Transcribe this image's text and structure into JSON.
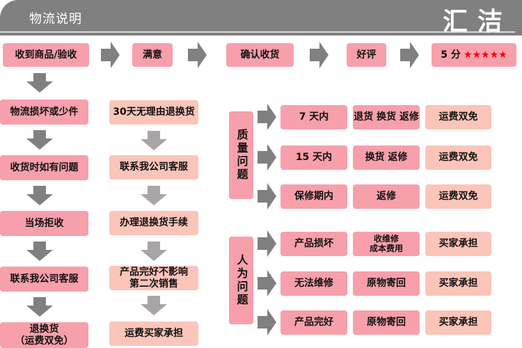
{
  "header": {
    "title": "物流说明",
    "brand": "汇洁"
  },
  "flow": [
    "收到商品/验收",
    "满意",
    "确认收货",
    "好评",
    "5 分"
  ],
  "rating_stars": "★★★★★",
  "damage_path": [
    "物流损坏或少件",
    "收货时如有问题",
    "当场拒收",
    "联系我公司客服",
    "退换货",
    "（运费双免）"
  ],
  "return_path": [
    "30天无理由退换货",
    "联系我公司客服",
    "办理退换货手续",
    "产品完好不影响",
    "第二次销售",
    "运费买家承担"
  ],
  "quality": {
    "label": "质量问题",
    "rows": [
      {
        "period": "7 天内",
        "service": "退货 换货 返修",
        "fee": "运费双免"
      },
      {
        "period": "15 天内",
        "service": "换货 返修",
        "fee": "运费双免"
      },
      {
        "period": "保修期内",
        "service": "返修",
        "fee": "运费双免"
      }
    ]
  },
  "human": {
    "label": "人为问题",
    "rows": [
      {
        "case": "产品损坏",
        "service": "收维修",
        "service2": "成本费用",
        "fee": "买家承担"
      },
      {
        "case": "无法维修",
        "service": "原物寄回",
        "fee": "买家承担"
      },
      {
        "case": "产品完好",
        "service": "原物寄回",
        "fee": "买家承担"
      }
    ]
  },
  "colors": {
    "pink": "#f7a0ab",
    "peach": "#fbc5b9",
    "arrow": "#808080",
    "arrow_light": "#a9a5a5",
    "star": "#ff0000"
  }
}
